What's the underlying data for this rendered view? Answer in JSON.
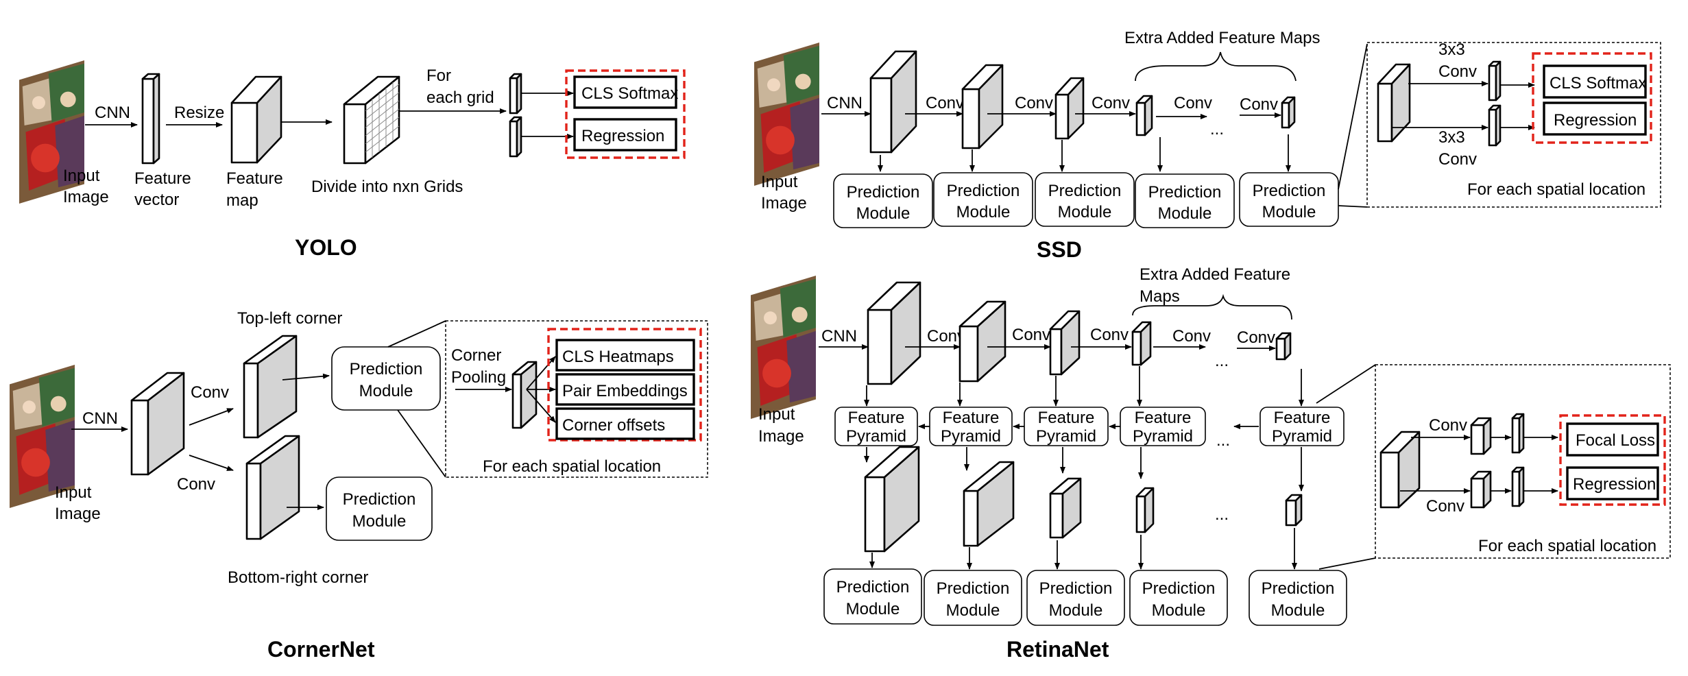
{
  "colors": {
    "red_dash": "#e2231a",
    "side_face": "#d4d4d4"
  },
  "images": {
    "input_image": "input-image-thumbnail"
  },
  "common": {
    "prediction_module_l1": "Prediction",
    "prediction_module_l2": "Module",
    "input_l1": "Input",
    "input_l2": "Image",
    "conv": "Conv",
    "cnn": "CNN",
    "ellipsis": "...",
    "for_each_spatial": "For each  spatial location",
    "regression": "Regression",
    "cls_softmax": "CLS Softmax",
    "conv3x3": "3x3",
    "conv3x3_b": "Conv"
  },
  "yolo": {
    "title": "YOLO",
    "resize": "Resize",
    "feature_vector_l1": "Feature",
    "feature_vector_l2": "vector",
    "feature_map_l1": "Feature",
    "feature_map_l2": "map",
    "divide": "Divide into nxn Grids",
    "for_each_l1": "For",
    "for_each_l2": "each grid"
  },
  "ssd": {
    "title": "SSD",
    "extra": "Extra Added Feature Maps"
  },
  "cornernet": {
    "title": "CornerNet",
    "top_left": "Top-left corner",
    "bottom_right": "Bottom-right corner",
    "pooling_l1": "Corner",
    "pooling_l2": "Pooling",
    "heatmaps": "CLS Heatmaps",
    "embeddings": "Pair Embeddings",
    "offsets": "Corner offsets"
  },
  "retinanet": {
    "title": "RetinaNet",
    "extra_l1": "Extra Added Feature",
    "extra_l2": "Maps",
    "fp_l1": "Feature",
    "fp_l2": "Pyramid",
    "focal": "Focal Loss"
  }
}
